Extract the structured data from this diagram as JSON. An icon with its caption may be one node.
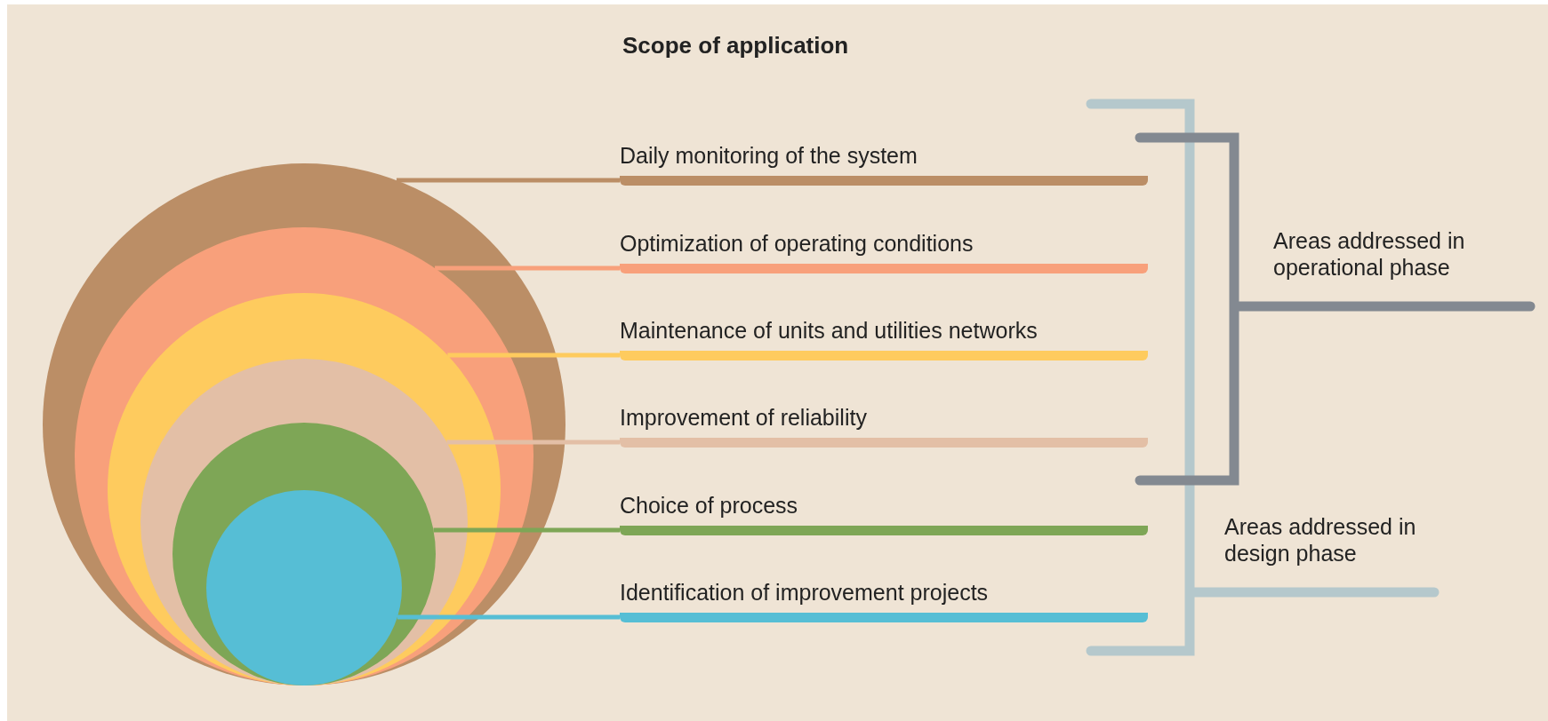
{
  "diagram": {
    "title": "Scope of application",
    "nodes": [
      {
        "text": [],
        "shape": "circle"
      },
      {
        "text": [],
        "shape": "circle",
        "in": 0
      },
      {
        "text": [],
        "shape": "circle",
        "in": 1
      },
      {
        "text": [],
        "shape": "circle",
        "in": 2
      },
      {
        "text": [],
        "shape": "circle",
        "in": 3
      },
      {
        "text": [],
        "shape": "circle",
        "in": 4
      },
      {
        "text": [
          "Daily monitoring of the system"
        ]
      },
      {
        "text": [
          "Optimization of operating conditions"
        ]
      },
      {
        "text": [
          "Maintenance of units and utilities networks"
        ]
      },
      {
        "text": [
          "Improvement of reliability"
        ]
      },
      {
        "text": [
          "Choice of process"
        ]
      },
      {
        "text": [
          "Identification of improvement projects"
        ]
      }
    ],
    "edges": [
      {
        "from": 6,
        "to": 0,
        "arrow": "none",
        "color": "#bb8e66"
      },
      {
        "from": 7,
        "to": 1,
        "arrow": "none",
        "color": "#f8a07b"
      },
      {
        "from": 8,
        "to": 2,
        "arrow": "none",
        "color": "#fecb5e"
      },
      {
        "from": 9,
        "to": 3,
        "arrow": "none",
        "color": "#e3bfa6"
      },
      {
        "from": 10,
        "to": 4,
        "arrow": "none",
        "color": "#7ea656"
      },
      {
        "from": 11,
        "to": 5,
        "arrow": "none",
        "color": "#56bed5"
      }
    ],
    "labels": [
      "Areas addressed in operational phase",
      "Areas addressed in design phase"
    ]
  }
}
